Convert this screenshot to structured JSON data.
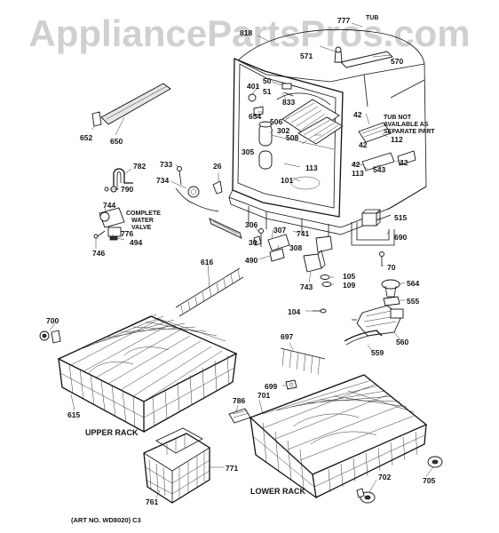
{
  "watermark": "AppliancePartsPros.com",
  "rack_labels": {
    "upper": "UPPER RACK",
    "lower": "LOWER RACK"
  },
  "notes": {
    "tub": "TUB",
    "tub_note": [
      "TUB NOT",
      "AVAILABLE AS",
      "SEPARATE PART"
    ],
    "valve": [
      "COMPLETE",
      "WATER",
      "VALVE"
    ]
  },
  "footer": "(ART NO. WD8020) C3",
  "parts": {
    "p818": "818",
    "p777": "777",
    "p571": "571",
    "p570": "570",
    "p50": "50",
    "p51": "51",
    "p401": "401",
    "p833": "833",
    "p654": "654",
    "p506": "506",
    "p42a": "42",
    "p112": "112",
    "p302": "302",
    "p508": "508",
    "p305": "305",
    "p42b": "42",
    "p113a": "113",
    "p42c": "42",
    "p113b": "113",
    "p543": "543",
    "p42d": "42",
    "p101": "101",
    "p652": "652",
    "p650": "650",
    "p782": "782",
    "p790": "790",
    "p733": "733",
    "p26": "26",
    "p734": "734",
    "p744": "744",
    "p776": "776",
    "p494": "494",
    "p746": "746",
    "p515": "515",
    "p306": "306",
    "p307": "307",
    "p741": "741",
    "p690": "690",
    "p30": "30",
    "p308": "308",
    "p490": "490",
    "p70": "70",
    "p616": "616",
    "p743": "743",
    "p105": "105",
    "p109": "109",
    "p564": "564",
    "p555": "555",
    "p700": "700",
    "p104": "104",
    "p697": "697",
    "p560": "560",
    "p559": "559",
    "p615": "615",
    "p699": "699",
    "p701": "701",
    "p786": "786",
    "p771": "771",
    "p705": "705",
    "p702": "702",
    "p761": "761"
  }
}
